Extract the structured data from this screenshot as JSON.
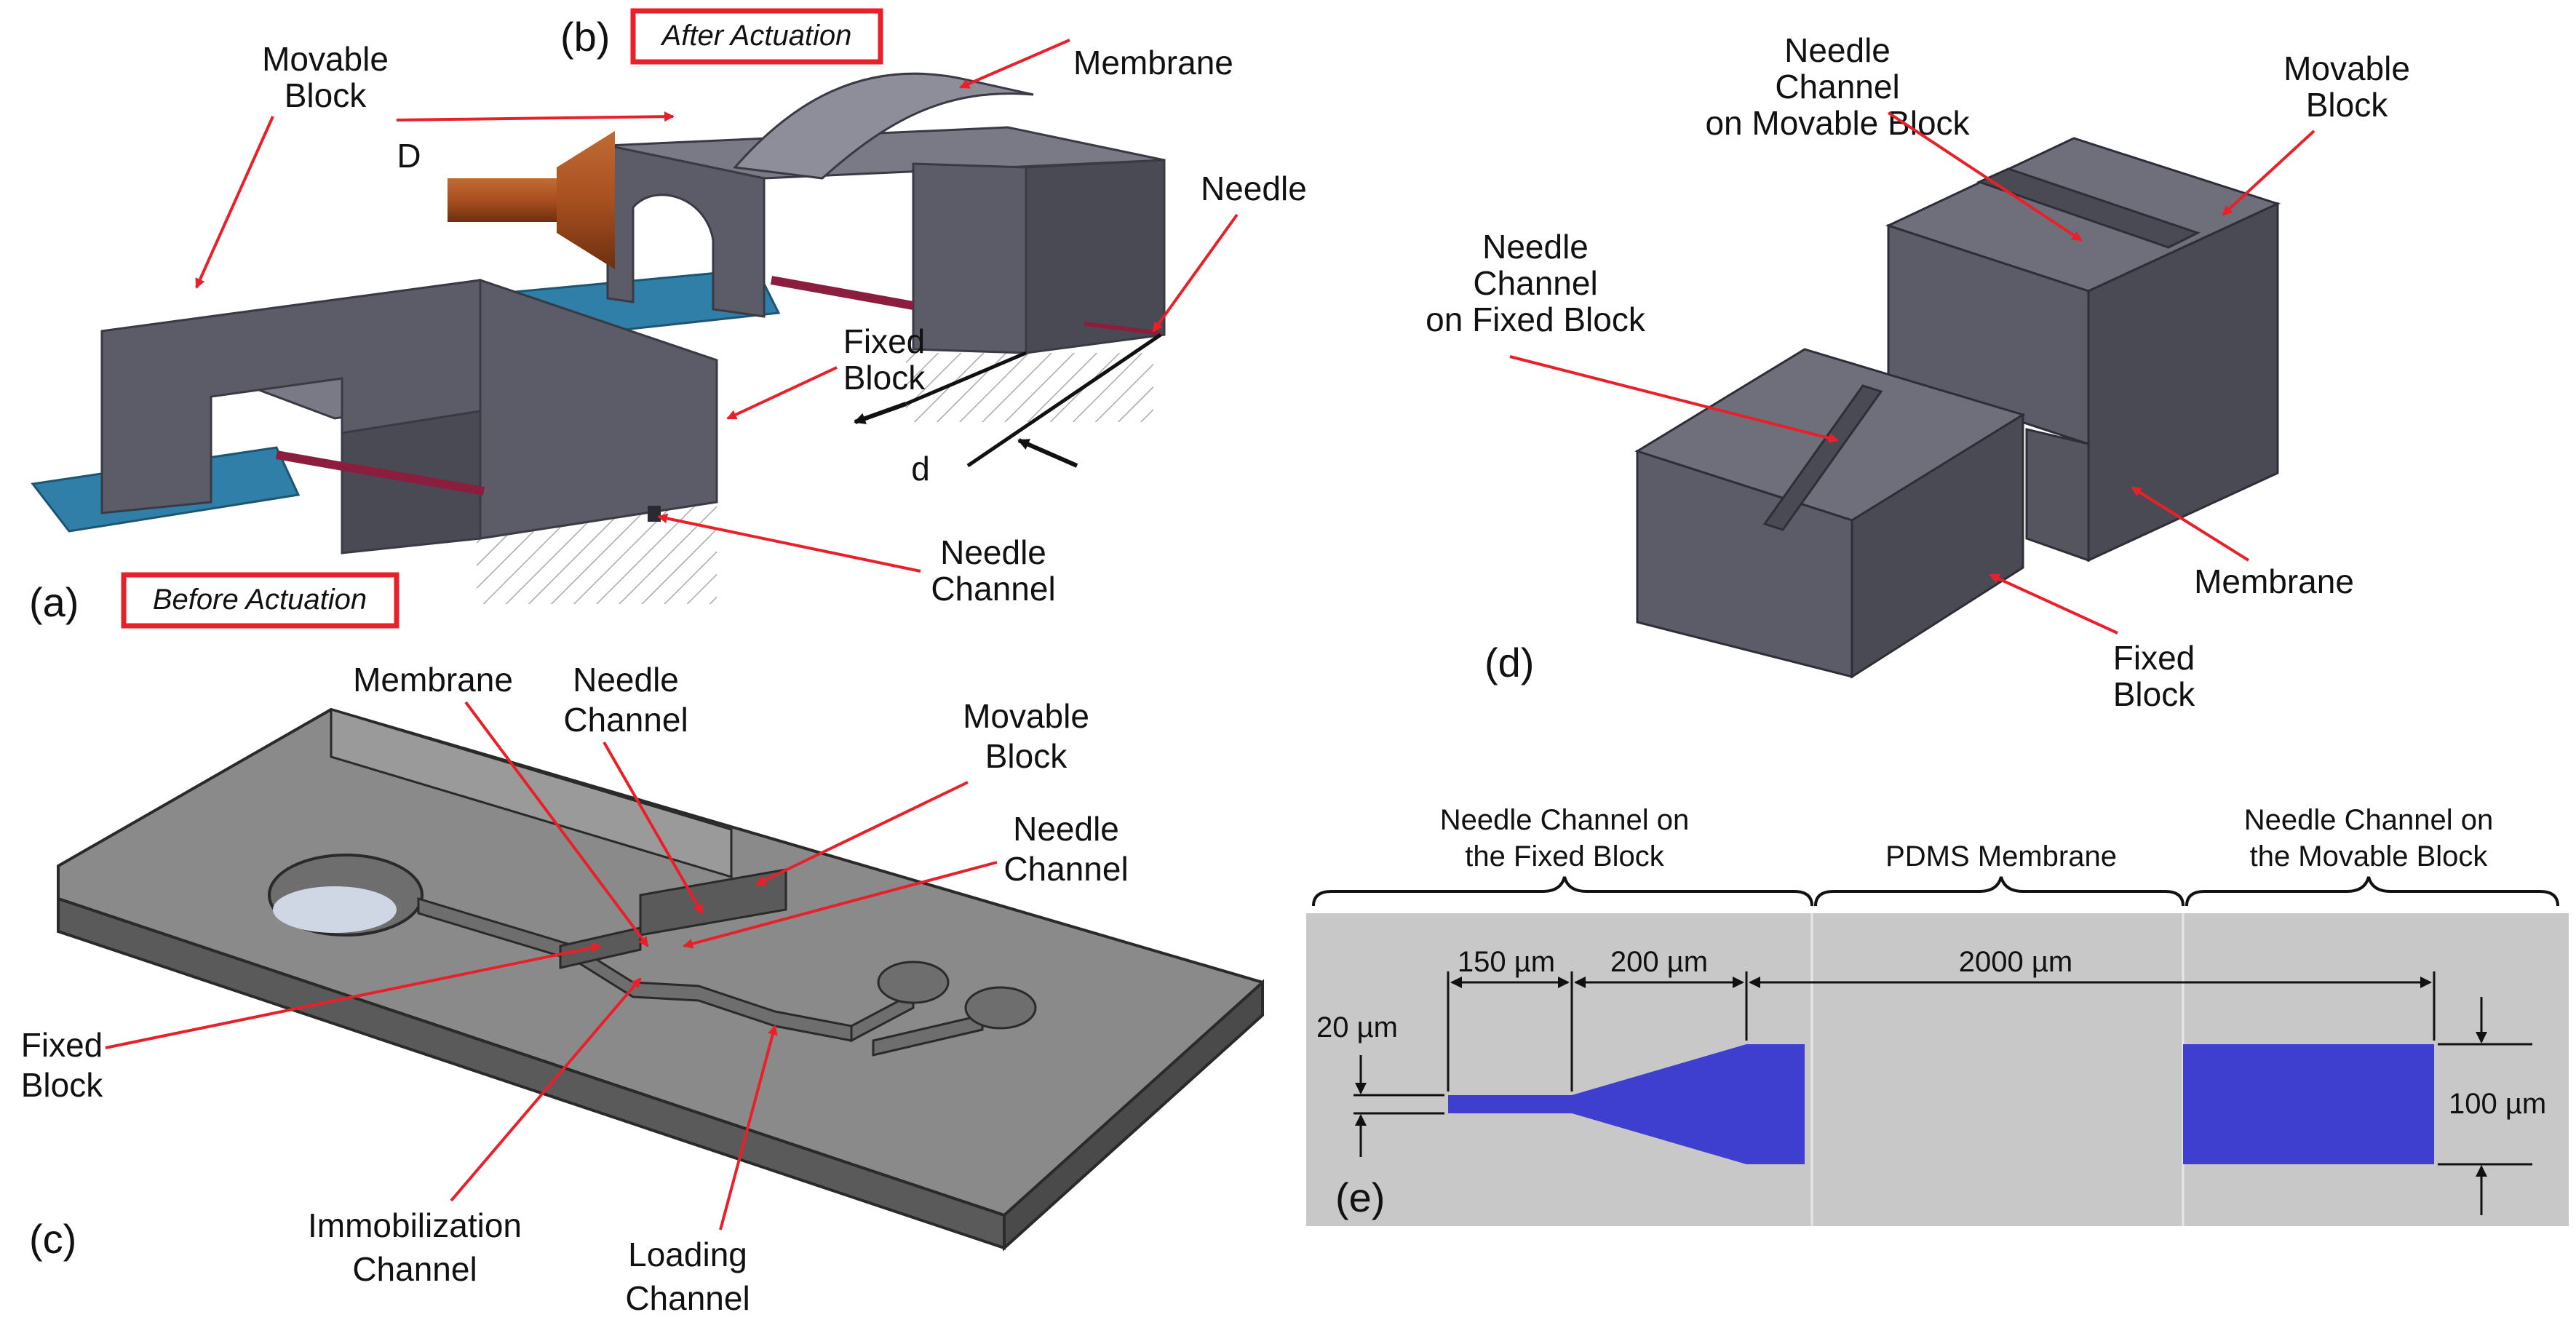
{
  "panels": {
    "a": {
      "letter": "(a)",
      "state": "Before Actuation",
      "labels": {
        "movable_block": [
          "Movable",
          "Block"
        ],
        "needle_channel": [
          "Needle",
          "Channel"
        ]
      }
    },
    "b": {
      "letter": "(b)",
      "state": "After Actuation",
      "labels": {
        "membrane": "Membrane",
        "needle": "Needle",
        "fixed_block": [
          "Fixed",
          "Block"
        ],
        "D": "D",
        "d": "d"
      }
    },
    "c": {
      "letter": "(c)",
      "labels": {
        "membrane": "Membrane",
        "needle_channel_top": [
          "Needle",
          "Channel"
        ],
        "movable_block": [
          "Movable",
          "Block"
        ],
        "needle_channel_right": [
          "Needle",
          "Channel"
        ],
        "fixed_block": [
          "Fixed",
          "Block"
        ],
        "immobilization_channel": [
          "Immobilization",
          "Channel"
        ],
        "loading_channel": [
          "Loading",
          "Channel"
        ]
      }
    },
    "d": {
      "letter": "(d)",
      "labels": {
        "needle_channel_movable": [
          "Needle",
          "Channel",
          "on Movable Block"
        ],
        "movable_block": [
          "Movable",
          "Block"
        ],
        "needle_channel_fixed": [
          "Needle",
          "Channel",
          "on Fixed Block"
        ],
        "membrane": "Membrane",
        "fixed_block": [
          "Fixed",
          "Block"
        ]
      }
    },
    "e": {
      "letter": "(e)",
      "sections": {
        "fixed": [
          "Needle Channel on",
          "the Fixed Block"
        ],
        "membrane": [
          "PDMS Membrane"
        ],
        "movable": [
          "Needle Channel on",
          "the Movable Block"
        ]
      },
      "dimensions": {
        "d150": "150 µm",
        "d200": "200 µm",
        "d2000": "2000 µm",
        "d20": "20 µm",
        "d100": "100 µm"
      }
    }
  },
  "colors": {
    "block_top": "#6f6f7b",
    "block_front": "#5c5c68",
    "block_side": "#4a4a55",
    "plate": "#2f7fa8",
    "needle": "#8b1e3f",
    "pointer": "#e8202a",
    "channel_fill": "#3f3fcf",
    "panel_e_bg": "#c8c8c8",
    "chip_top": "#8a8a8a",
    "chip_side": "#5a5a5a"
  }
}
